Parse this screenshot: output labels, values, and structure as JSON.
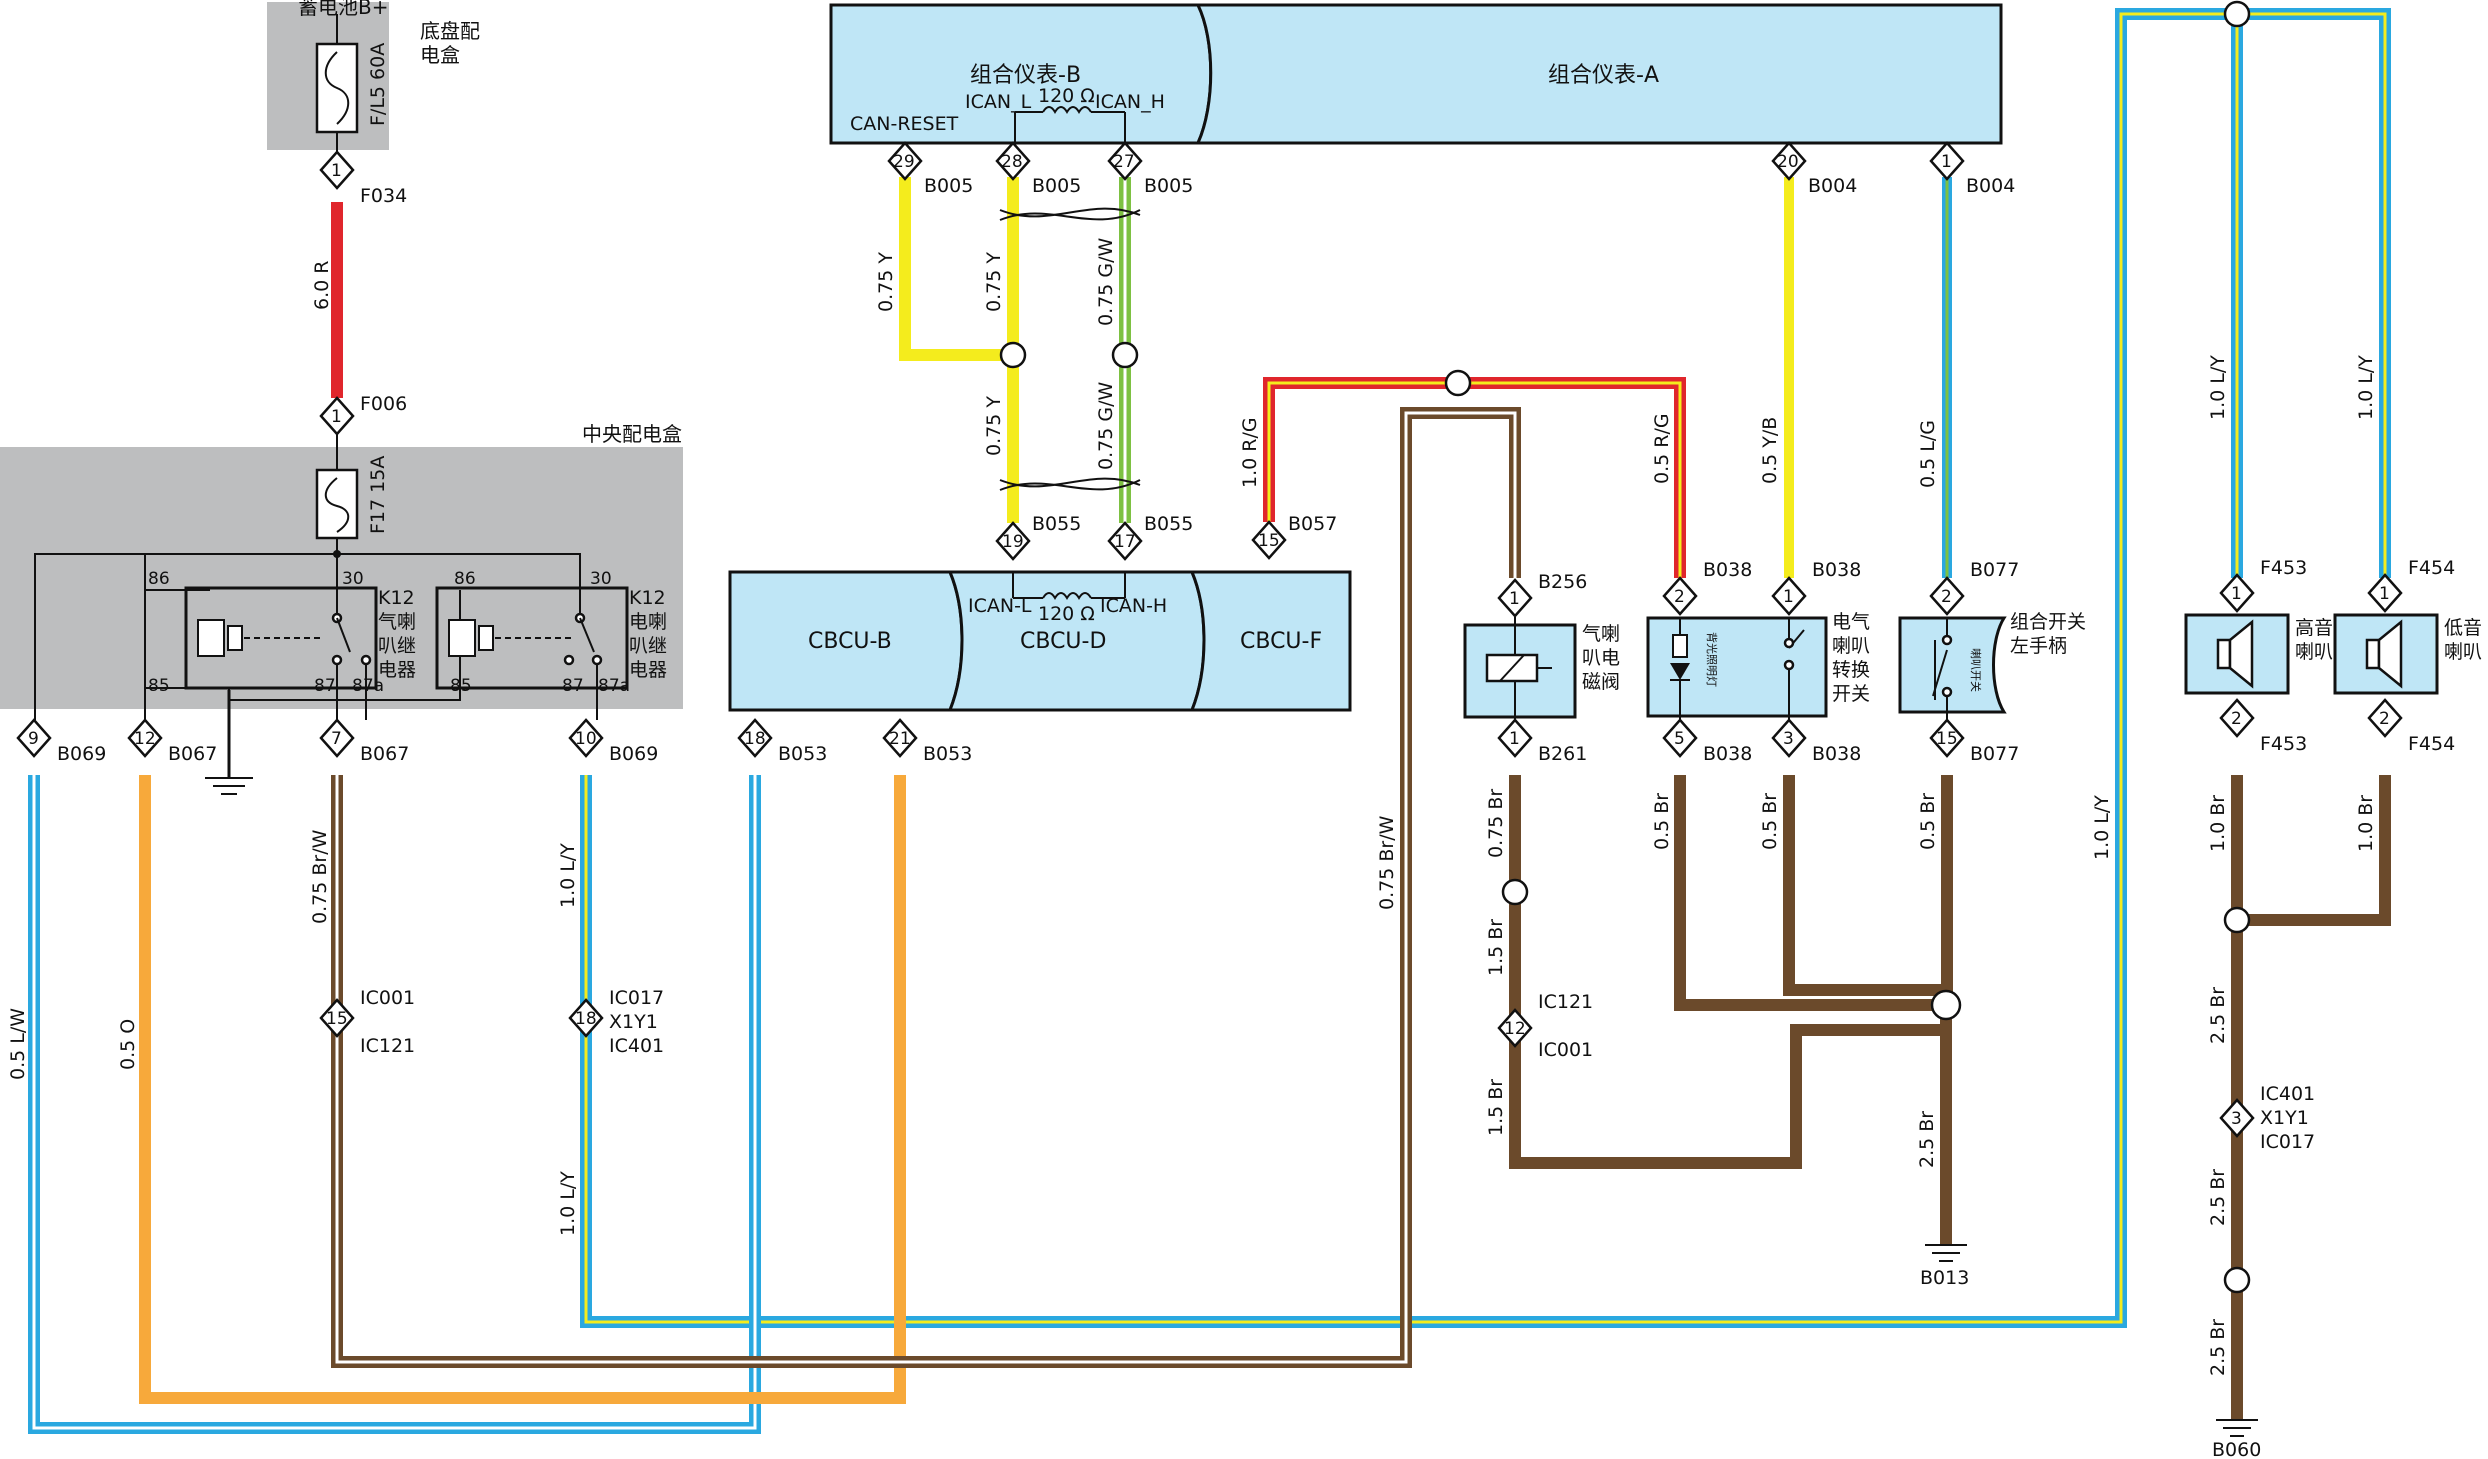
{
  "colors": {
    "red": "#e0262c",
    "yellow": "#f4ec1d",
    "green": "#7dc142",
    "blue": "#2aa8e0",
    "orange": "#f7a93b",
    "brown": "#6b4a2b",
    "box_fill": "#bfe6f6",
    "grey_box": "#bdbebf"
  },
  "top_left": {
    "battery": "蓄电池B+",
    "chassis_box_line1": "底盘配",
    "chassis_box_line2": "电盒",
    "fuse_main": "F/L5 60A",
    "conn_f034": "F034",
    "wire_6r": "6.0 R",
    "conn_f006": "F006"
  },
  "central_box": {
    "title": "中央配电盒",
    "fuse": "F17 15A",
    "relay1": {
      "id": "K12",
      "line1": "气喇",
      "line2": "叭继",
      "line3": "电器",
      "pins": [
        "86",
        "30",
        "85",
        "87",
        "87a"
      ]
    },
    "relay2": {
      "id": "K12",
      "line1": "电喇",
      "line2": "叭继",
      "line3": "电器",
      "pins": [
        "86",
        "30",
        "85",
        "87",
        "87a"
      ]
    }
  },
  "bottom_pins": [
    {
      "num": "9",
      "conn": "B069"
    },
    {
      "num": "12",
      "conn": "B067"
    },
    {
      "num": "7",
      "conn": "B067"
    },
    {
      "num": "10",
      "conn": "B069"
    },
    {
      "num": "18",
      "conn": "B053"
    },
    {
      "num": "21",
      "conn": "B053"
    }
  ],
  "cluster": {
    "left_title": "组合仪表-B",
    "right_title": "组合仪表-A",
    "ican_l": "ICAN_L",
    "ican_h": "ICAN_H",
    "resistor": "120 Ω",
    "can_reset": "CAN-RESET",
    "pins": [
      {
        "num": "29",
        "conn": "B005"
      },
      {
        "num": "28",
        "conn": "B005"
      },
      {
        "num": "27",
        "conn": "B005"
      },
      {
        "num": "20",
        "conn": "B004"
      },
      {
        "num": "1",
        "conn": "B004"
      }
    ]
  },
  "cbcu": {
    "b": "CBCU-B",
    "d": "CBCU-D",
    "f": "CBCU-F",
    "ican_l": "ICAN-L",
    "ican_h": "ICAN-H",
    "resistor": "120 Ω",
    "pins": [
      {
        "num": "19",
        "conn": "B055"
      },
      {
        "num": "17",
        "conn": "B055"
      },
      {
        "num": "15",
        "conn": "B057"
      }
    ]
  },
  "wires": {
    "w075y_a": "0.75 Y",
    "w075y_b": "0.75 Y",
    "w075y_c": "0.75 Y",
    "w075gw_a": "0.75 G/W",
    "w075gw_b": "0.75 G/W",
    "w10rg": "1.0 R/G",
    "w05rg": "0.5 R/G",
    "w05yb": "0.5 Y/B",
    "w05lg": "0.5 L/G",
    "w10ly_a": "1.0 L/Y",
    "w10ly_b": "1.0 L/Y",
    "w10ly_c": "1.0 L/Y",
    "w05lw": "0.5 L/W",
    "w05o": "0.5 O",
    "w075brw_a": "0.75 Br/W",
    "w075brw_b": "0.75 Br/W",
    "w10ly_relay": "1.0 L/Y",
    "w10ly_low": "1.0 L/Y",
    "w075br": "0.75 Br",
    "w15br_a": "1.5 Br",
    "w15br_b": "1.5 Br",
    "w05br_a": "0.5 Br",
    "w05br_b": "0.5 Br",
    "w05br_c": "0.5 Br",
    "w25br_a": "2.5 Br",
    "w10br_a": "1.0 Br",
    "w10br_b": "1.0 Br",
    "w25br_b": "2.5 Br",
    "w25br_c": "2.5 Br",
    "w25br_d": "2.5 Br"
  },
  "inline_connectors": {
    "ic_left": {
      "num": "15",
      "top": "IC001",
      "bottom": "IC121"
    },
    "ic_mid": {
      "num": "18",
      "top": "IC017",
      "mid": "X1Y1",
      "bottom": "IC401"
    },
    "ic_valve": {
      "num": "12",
      "top": "IC121",
      "bottom": "IC001"
    },
    "ic_right": {
      "num": "3",
      "top": "IC401",
      "mid": "X1Y1",
      "bottom": "IC017"
    }
  },
  "devices": {
    "air_valve": {
      "line1": "气喇",
      "line2": "叭电",
      "line3": "磁阀",
      "pin_top": "1",
      "conn_top": "B256",
      "pin_bottom": "1",
      "conn_bottom": "B261"
    },
    "horn_switch": {
      "line1": "电气",
      "line2": "喇叭",
      "line3": "转换",
      "line4": "开关",
      "inner_text": "背光照明灯",
      "pins_top": [
        {
          "num": "2",
          "conn": "B038"
        },
        {
          "num": "1",
          "conn": "B038"
        }
      ],
      "pins_bottom": [
        {
          "num": "5",
          "conn": "B038"
        },
        {
          "num": "3",
          "conn": "B038"
        }
      ]
    },
    "combo_switch": {
      "line1": "组合开关",
      "line2": "左手柄",
      "inner_text": "喇叭开关",
      "pin_top": "2",
      "conn_top": "B077",
      "pin_bottom": "15",
      "conn_bottom": "B077"
    },
    "high_horn": {
      "line1": "高音",
      "line2": "喇叭",
      "pin_top": "1",
      "conn_top": "F453",
      "pin_bottom": "2",
      "conn_bottom": "F453"
    },
    "low_horn": {
      "line1": "低音",
      "line2": "喇叭",
      "pin_top": "1",
      "conn_top": "F454",
      "pin_bottom": "2",
      "conn_bottom": "F454"
    }
  },
  "grounds": {
    "b013": "B013",
    "b060": "B060"
  }
}
